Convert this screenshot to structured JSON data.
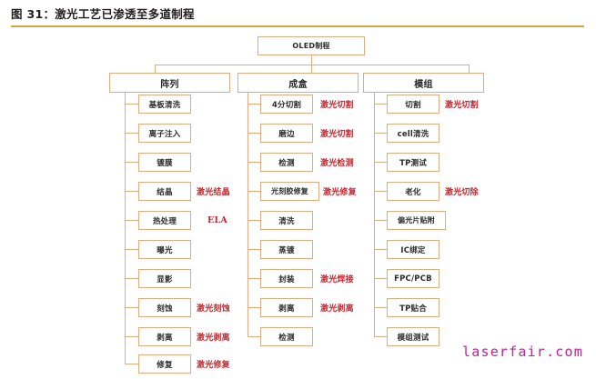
{
  "figure": {
    "title": "图 31：激光工艺已渗透至多道制程",
    "rule_color": "#d6a73c",
    "box_border_color": "#e3a97f",
    "annotation_color": "#c4262e"
  },
  "diagram": {
    "root": {
      "label": "OLED制程"
    },
    "tiers": [
      {
        "label": "阵列"
      },
      {
        "label": "成盒"
      },
      {
        "label": "模组"
      }
    ],
    "columns": [
      {
        "name": "array",
        "tier_label": "阵列",
        "steps": [
          {
            "label": "基板清洗",
            "annotation": ""
          },
          {
            "label": "离子注入",
            "annotation": ""
          },
          {
            "label": "镀膜",
            "annotation": ""
          },
          {
            "label": "结晶",
            "annotation": "激光结晶"
          },
          {
            "label": "热处理",
            "annotation": "ELA"
          },
          {
            "label": "曝光",
            "annotation": ""
          },
          {
            "label": "显影",
            "annotation": ""
          },
          {
            "label": "刻蚀",
            "annotation": "激光刻蚀"
          },
          {
            "label": "剥离",
            "annotation": "激光剥离"
          },
          {
            "label": "修复",
            "annotation": "激光修复"
          }
        ]
      },
      {
        "name": "cell",
        "tier_label": "成盒",
        "steps": [
          {
            "label": "4分切割",
            "annotation": "激光切割"
          },
          {
            "label": "磨边",
            "annotation": "激光切割"
          },
          {
            "label": "检测",
            "annotation": "激光检测"
          },
          {
            "label": "光刻胶修复",
            "annotation": "激光修复"
          },
          {
            "label": "清洗",
            "annotation": ""
          },
          {
            "label": "蒸镀",
            "annotation": ""
          },
          {
            "label": "封装",
            "annotation": "激光焊接"
          },
          {
            "label": "剥离",
            "annotation": "激光剥离"
          },
          {
            "label": "检测",
            "annotation": ""
          }
        ]
      },
      {
        "name": "module",
        "tier_label": "模组",
        "steps": [
          {
            "label": "切割",
            "annotation": "激光切割"
          },
          {
            "label": "cell清洗",
            "annotation": ""
          },
          {
            "label": "TP测试",
            "annotation": ""
          },
          {
            "label": "老化",
            "annotation": "激光切除"
          },
          {
            "label": "偏光片贴附",
            "annotation": ""
          },
          {
            "label": "IC绑定",
            "annotation": ""
          },
          {
            "label": "FPC/PCB",
            "annotation": ""
          },
          {
            "label": "TP贴合",
            "annotation": ""
          },
          {
            "label": "模组测试",
            "annotation": ""
          }
        ]
      }
    ]
  },
  "watermark": {
    "text": "laserfair.com",
    "color": "#c0219b"
  }
}
